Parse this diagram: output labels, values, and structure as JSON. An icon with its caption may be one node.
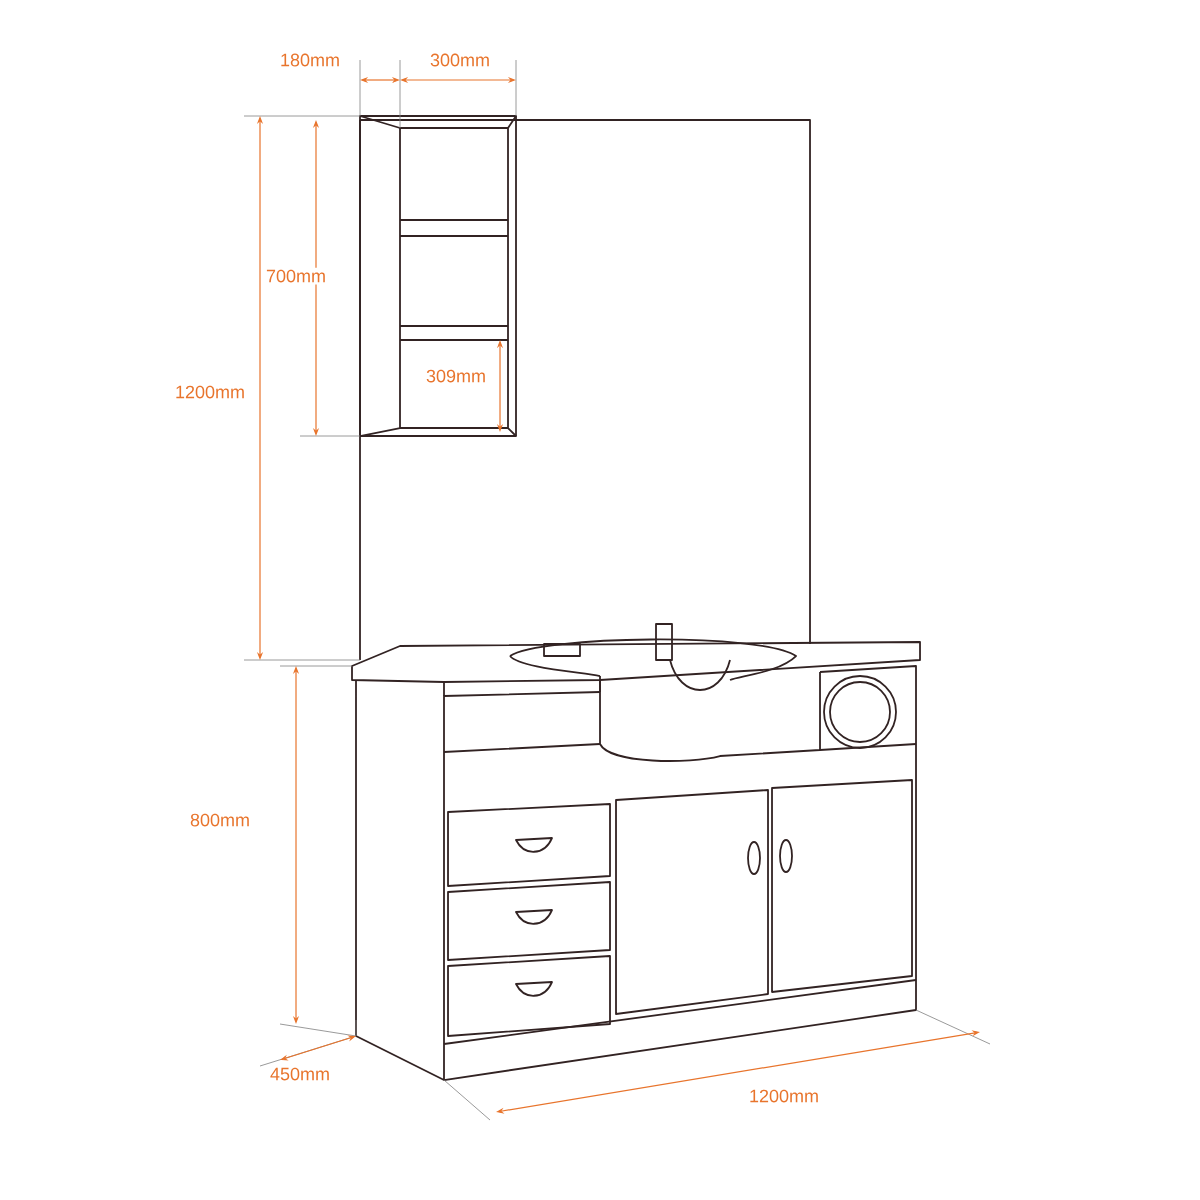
{
  "diagram": {
    "labels": [
      "180mm",
      "300mm",
      "700mm",
      "1200mm",
      "309mm",
      "800mm",
      "450mm",
      "1200mm"
    ]
  }
}
